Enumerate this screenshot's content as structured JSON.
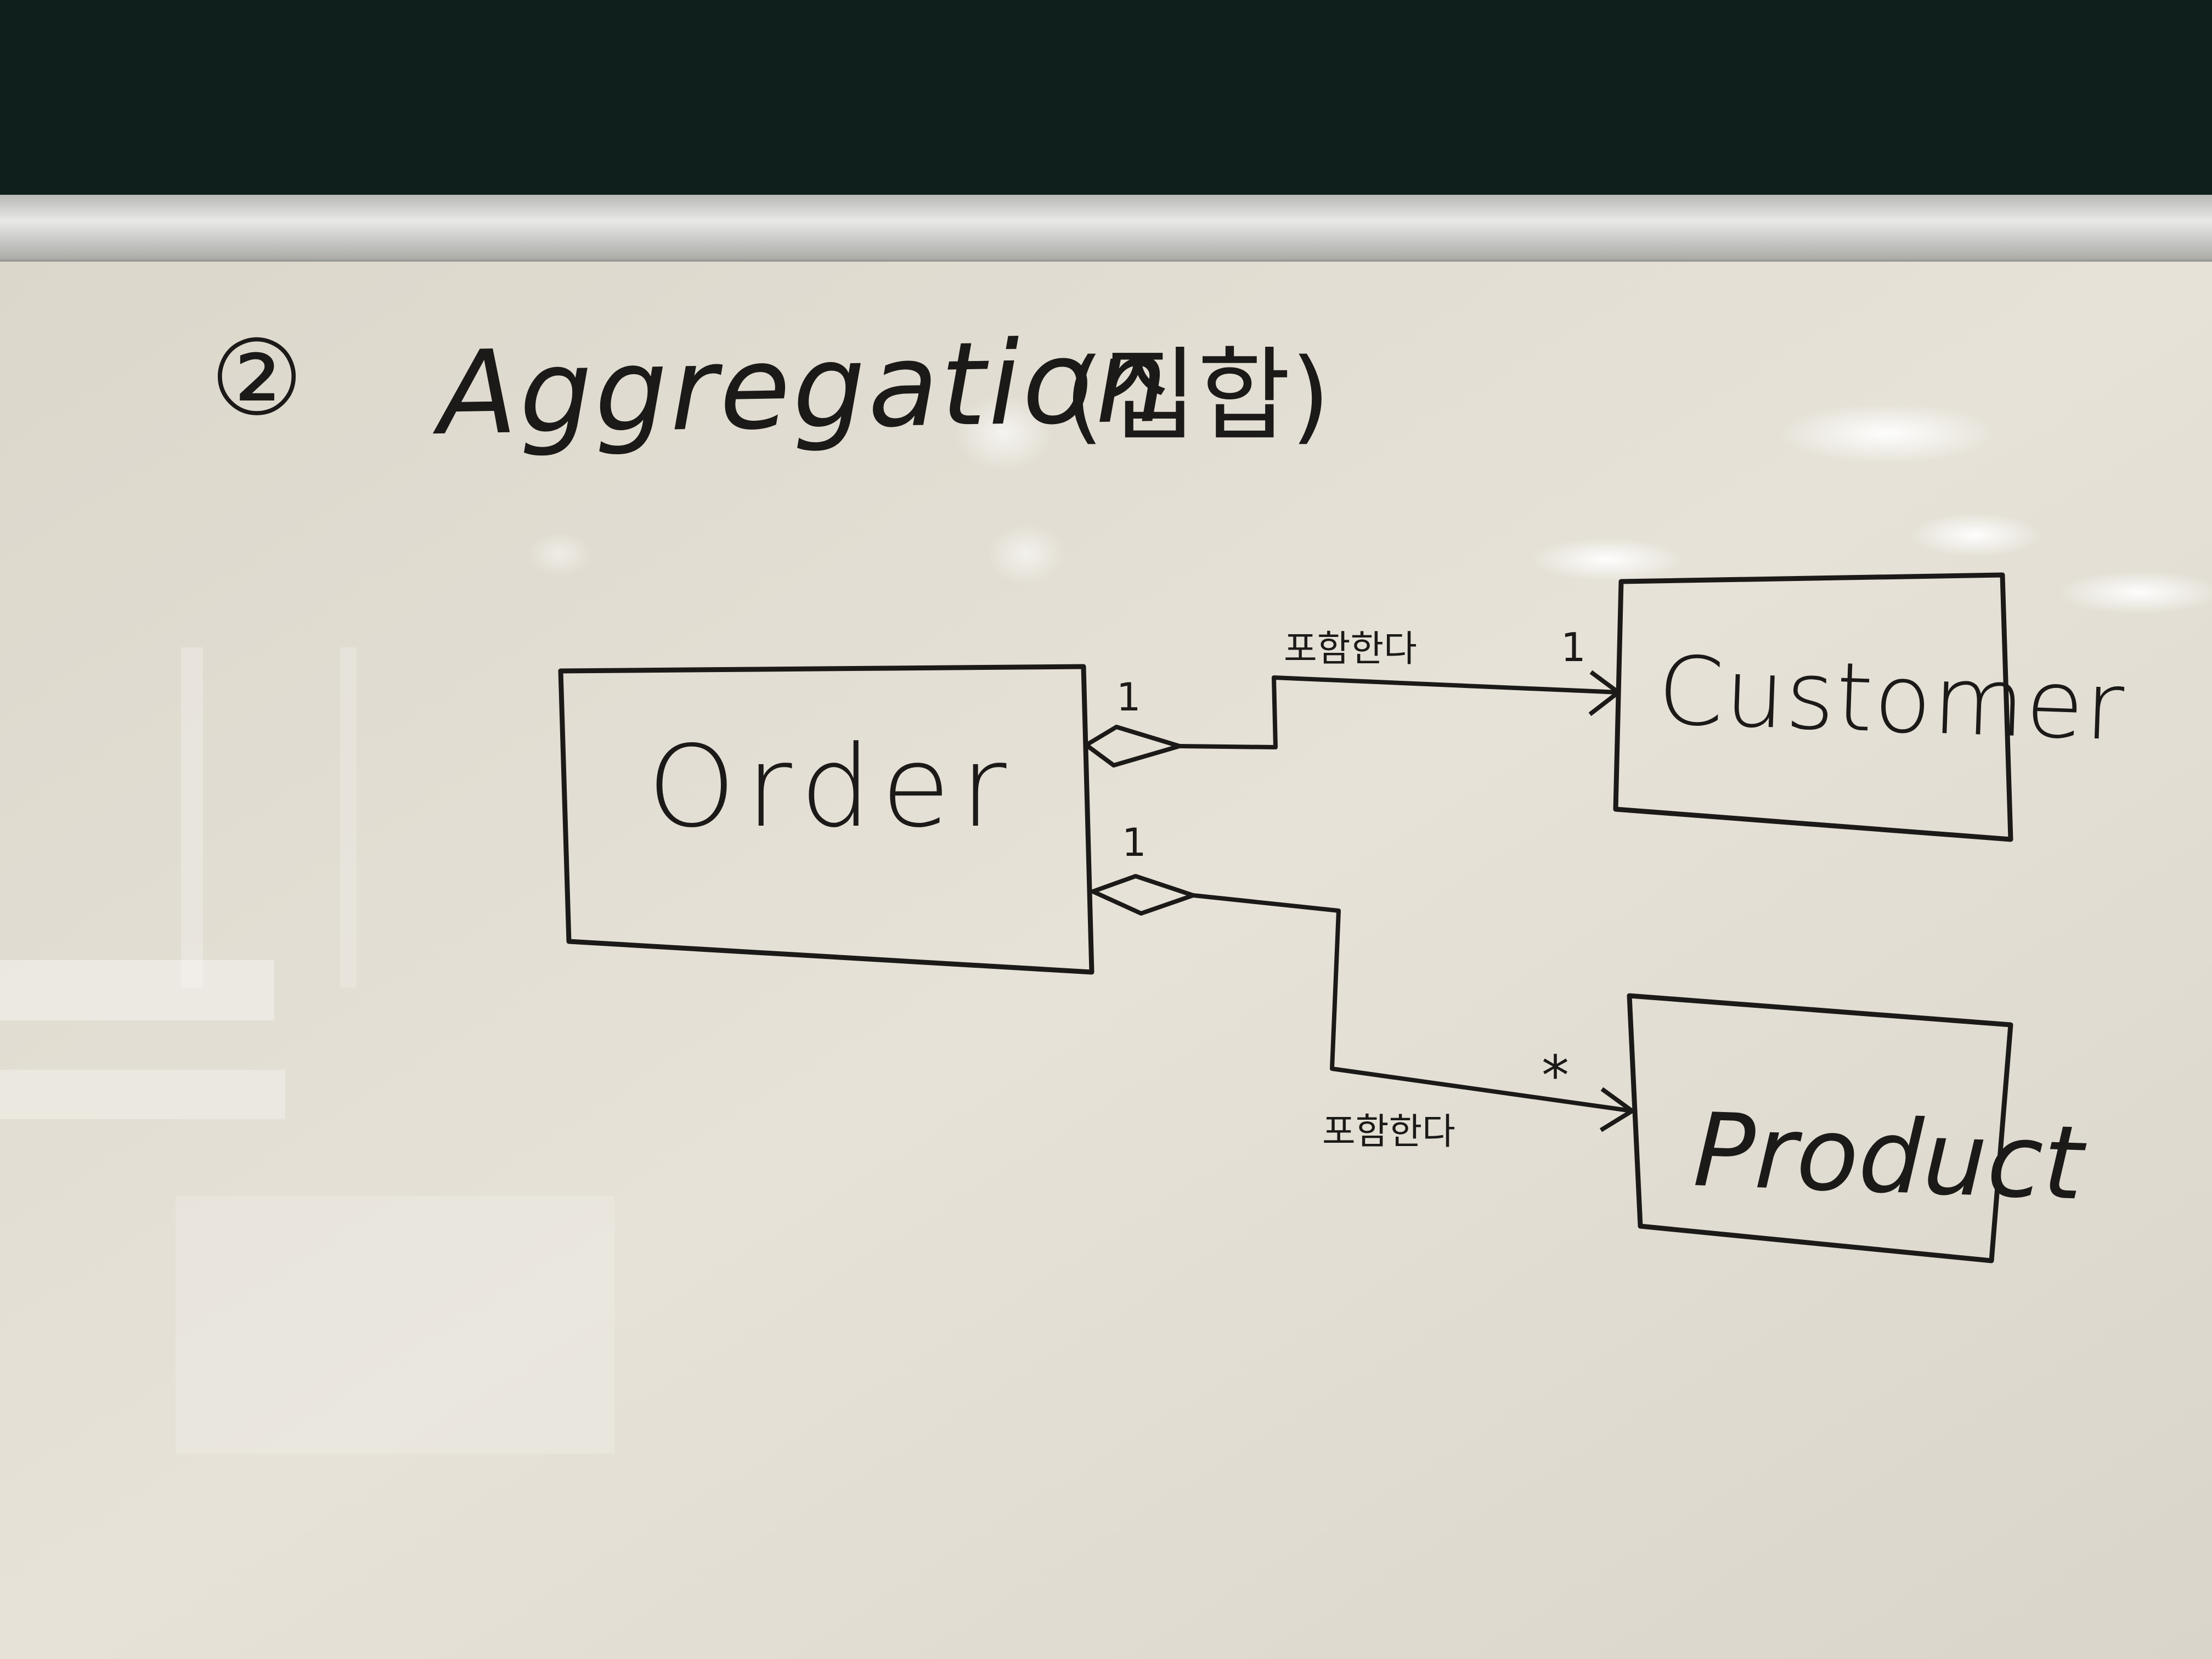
{
  "heading": {
    "number": "②",
    "title": "Aggregation",
    "korean": "(집합)"
  },
  "classes": {
    "order": "Order",
    "customer": "Customer",
    "product": "Product"
  },
  "associations": {
    "customer": {
      "label": "포함한다",
      "source_multiplicity": "1",
      "target_multiplicity": "1"
    },
    "product": {
      "label": "포함한다",
      "source_multiplicity": "1",
      "target_multiplicity": "*"
    }
  }
}
